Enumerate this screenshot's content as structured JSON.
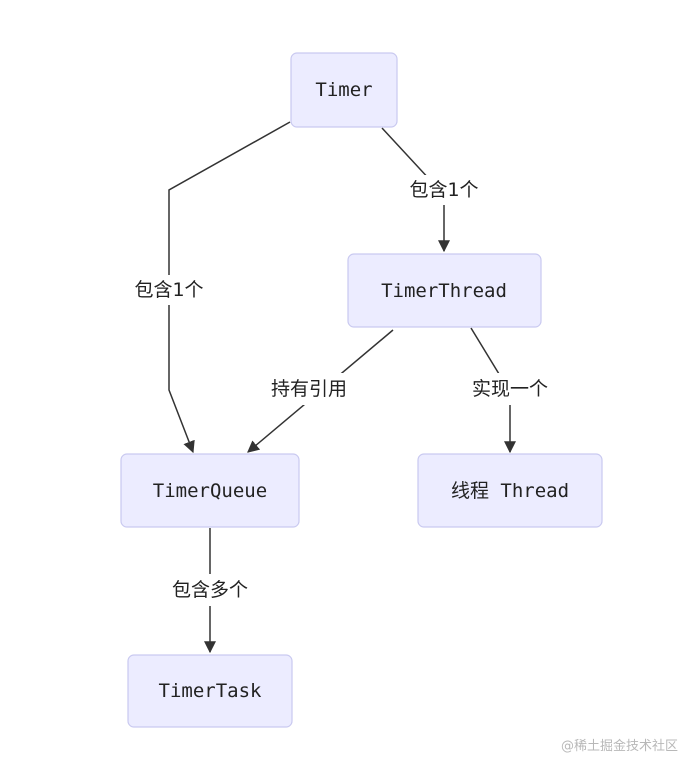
{
  "nodes": {
    "timer": "Timer",
    "timer_thread": "TimerThread",
    "timer_queue": "TimerQueue",
    "thread": "线程 Thread",
    "timer_task": "TimerTask"
  },
  "edges": {
    "timer_to_thread": "包含1个",
    "timer_to_queue": "包含1个",
    "thread_to_queue": "持有引用",
    "thread_to_thread_class": "实现一个",
    "queue_to_task": "包含多个"
  },
  "watermark": "@稀土掘金技术社区",
  "colors": {
    "node_fill": "#ECECFF",
    "node_stroke": "#C9C9F0",
    "edge": "#333333"
  }
}
